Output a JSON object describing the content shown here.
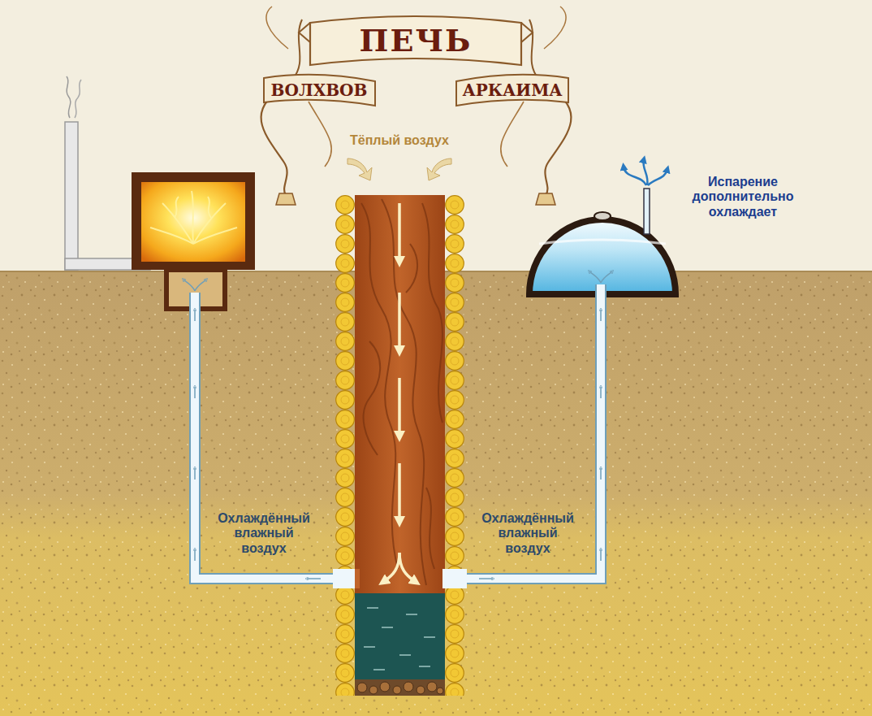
{
  "diagram": {
    "title": "ПЕЧЬ",
    "labels": [
      "ВОЛХВОВ",
      "АРКАИМА",
      "Тёплый воздух",
      "Испарение дополнительно охлаждает",
      "Охлаждённый влажный воздух",
      "Охлаждённый влажный воздух"
    ]
  }
}
